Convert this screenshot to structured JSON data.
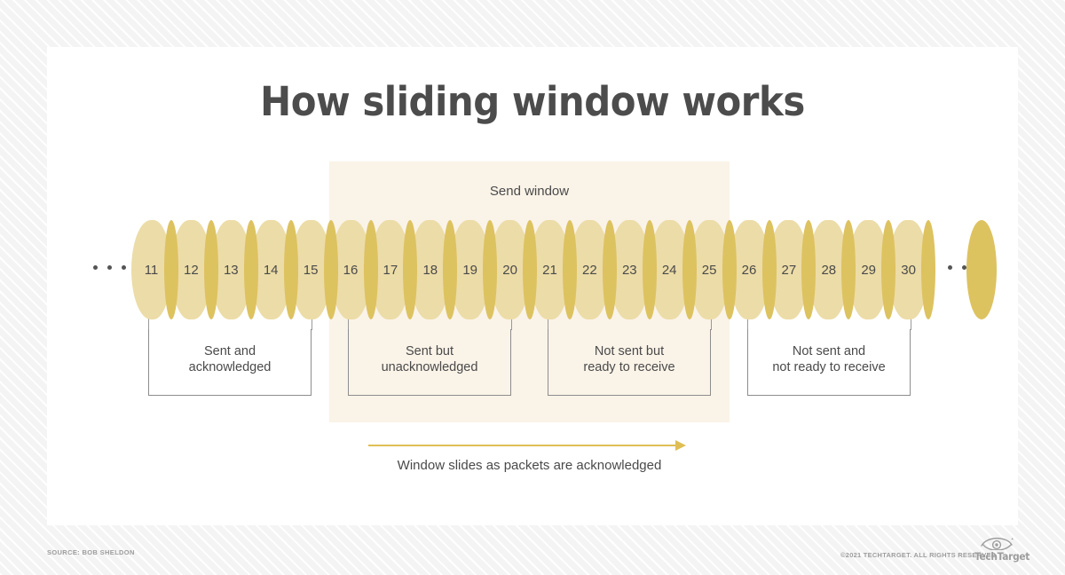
{
  "title": "How sliding window works",
  "send_window": {
    "label": "Send window"
  },
  "packets": {
    "leading_ellipsis": "...",
    "trailing_ellipsis": "...",
    "numbers": [
      "11",
      "12",
      "13",
      "14",
      "15",
      "16",
      "17",
      "18",
      "19",
      "20",
      "21",
      "22",
      "23",
      "24",
      "25",
      "26",
      "27",
      "28",
      "29",
      "30"
    ]
  },
  "brackets": [
    {
      "line1": "Sent and",
      "line2": "acknowledged"
    },
    {
      "line1": "Sent but",
      "line2": "unacknowledged"
    },
    {
      "line1": "Not sent but",
      "line2": "ready to receive"
    },
    {
      "line1": "Not sent and",
      "line2": "not ready to receive"
    }
  ],
  "slide": {
    "caption": "Window slides as packets are acknowledged"
  },
  "footer": {
    "source": "SOURCE: BOB SHELDON",
    "copyright": "©2021 TECHTARGET. ALL RIGHTS RESERVED",
    "logo_word": "TechTarget"
  },
  "colors": {
    "page_background": "#f4f4f4",
    "card": "#ffffff",
    "band": "#faf3e8",
    "packet_fill": "#ecdca7",
    "packet_edge": "#ddc260",
    "arrow": "#dfbf54",
    "text": "#4a4a4a",
    "title": "#4c4c4c",
    "footer_text": "#9d9d9d"
  }
}
